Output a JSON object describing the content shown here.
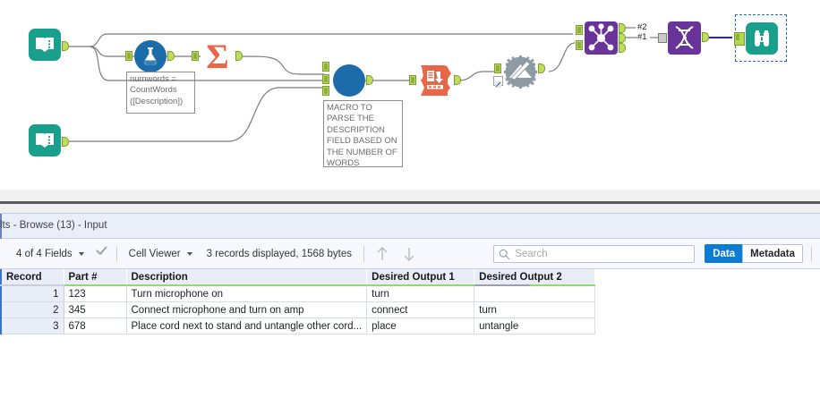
{
  "canvas": {
    "annotations": [
      {
        "name": "formula-annotation",
        "text": "numwords =\nCountWords\n([Description])"
      },
      {
        "name": "macro-annotation",
        "text": "MACRO TO\nPARSE THE\nDESCRIPTION\nFIELD BASED ON\nTHE NUMBER OF\nWORDS"
      }
    ],
    "wire_labels": [
      {
        "name": "join-output-label-2",
        "text": "#2"
      },
      {
        "name": "join-output-label-1",
        "text": "#1"
      }
    ],
    "nodes": [
      {
        "name": "input-data-tool-1",
        "icon": "book-icon",
        "color": "#18a08c"
      },
      {
        "name": "input-data-tool-2",
        "icon": "book-icon",
        "color": "#18a08c"
      },
      {
        "name": "formula-tool",
        "icon": "flask-icon",
        "color": "#1b6ca8"
      },
      {
        "name": "summarize-tool",
        "icon": "sigma-icon",
        "color": "#e8664a"
      },
      {
        "name": "macro-tool",
        "icon": "macro-circle-icon",
        "color": "#1b6ca8"
      },
      {
        "name": "text-to-columns-tool",
        "icon": "parse-icon",
        "color": "#e8664a"
      },
      {
        "name": "transpose-tool",
        "icon": "gear-pencil-icon",
        "color": "#8e9aa4"
      },
      {
        "name": "join-tool",
        "icon": "join-icon",
        "color": "#69349a"
      },
      {
        "name": "union-tool",
        "icon": "dna-icon",
        "color": "#69349a"
      },
      {
        "name": "browse-tool",
        "icon": "binoculars-icon",
        "color": "#18a08c"
      }
    ],
    "accent_selection": "#2268d4",
    "wire_selected_color": "#2222dd"
  },
  "results": {
    "title": "lts - Browse (13) - Input",
    "toolbar": {
      "fields_label": "4 of 4 Fields",
      "viewer_label": "Cell Viewer",
      "records_label": "3 records displayed, 1568 bytes",
      "up_arrow": "up-arrow-icon",
      "down_arrow": "down-arrow-icon",
      "search_placeholder": "Search",
      "search_value": "",
      "data_label": "Data",
      "metadata_label": "Metadata",
      "active_segment": "Data",
      "accent": "#0b7bd4"
    },
    "table": {
      "columns": [
        "Record",
        "Part #",
        "Description",
        "Desired Output 1",
        "Desired Output 2"
      ],
      "rows": [
        [
          "1",
          "123",
          "Turn microphone on",
          "turn",
          ""
        ],
        [
          "2",
          "345",
          "Connect microphone and turn on amp",
          "connect",
          "turn"
        ],
        [
          "3",
          "678",
          "Place cord next to stand and untangle other cord...",
          "place",
          "untangle"
        ]
      ]
    }
  }
}
